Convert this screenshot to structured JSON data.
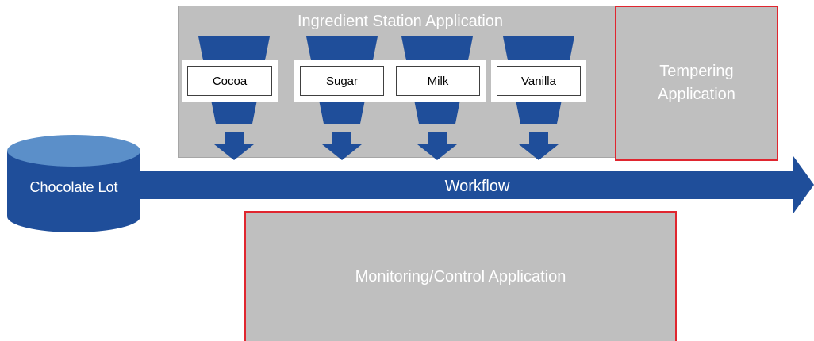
{
  "ingredient_station": {
    "title": "Ingredient Station Application",
    "ingredients": [
      {
        "label": "Cocoa",
        "icon": "funnel-icon"
      },
      {
        "label": "Sugar",
        "icon": "funnel-icon"
      },
      {
        "label": "Milk",
        "icon": "funnel-icon"
      },
      {
        "label": "Vanilla",
        "icon": "funnel-icon"
      }
    ]
  },
  "tempering": {
    "label": "Tempering\nApplication"
  },
  "monitoring": {
    "label": "Monitoring/Control Application"
  },
  "chocolate_lot": {
    "label": "Chocolate Lot",
    "icon": "database-cylinder-icon"
  },
  "workflow": {
    "label": "Workflow",
    "icon": "right-arrow-icon"
  },
  "colors": {
    "primary_blue": "#1f4e9a",
    "cylinder_top": "#5b8fc9",
    "panel_gray": "#bfbfbf",
    "app_border_red": "#e0262f",
    "text_white": "#ffffff"
  }
}
